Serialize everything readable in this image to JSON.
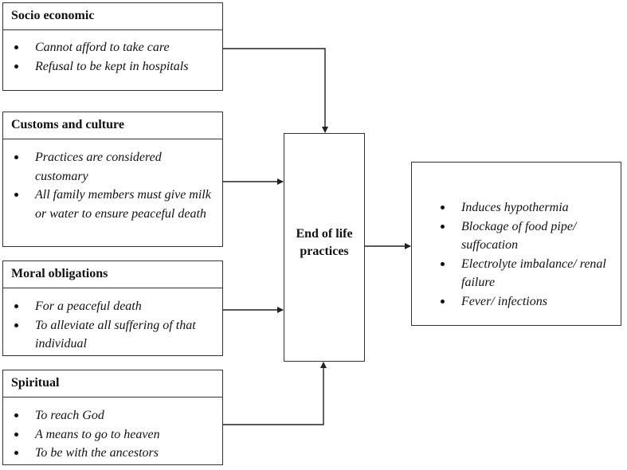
{
  "factors": [
    {
      "title": "Socio economic",
      "items": [
        "Cannot afford to take care",
        "Refusal to be kept in hospitals"
      ]
    },
    {
      "title": "Customs and culture",
      "items": [
        "Practices are considered customary",
        "All family members must  give milk or water to ensure peaceful death"
      ]
    },
    {
      "title": "Moral obligations",
      "items": [
        "For a peaceful death",
        "To alleviate all suffering of that individual"
      ]
    },
    {
      "title": "Spiritual",
      "items": [
        "To reach God",
        "A means to go to heaven",
        "To be with the ancestors"
      ]
    }
  ],
  "center": {
    "label": "End of life practices"
  },
  "outcomes": {
    "items": [
      "Induces hypothermia",
      "Blockage of food pipe/ suffocation",
      "Electrolyte imbalance/ renal failure",
      "Fever/ infections"
    ]
  }
}
